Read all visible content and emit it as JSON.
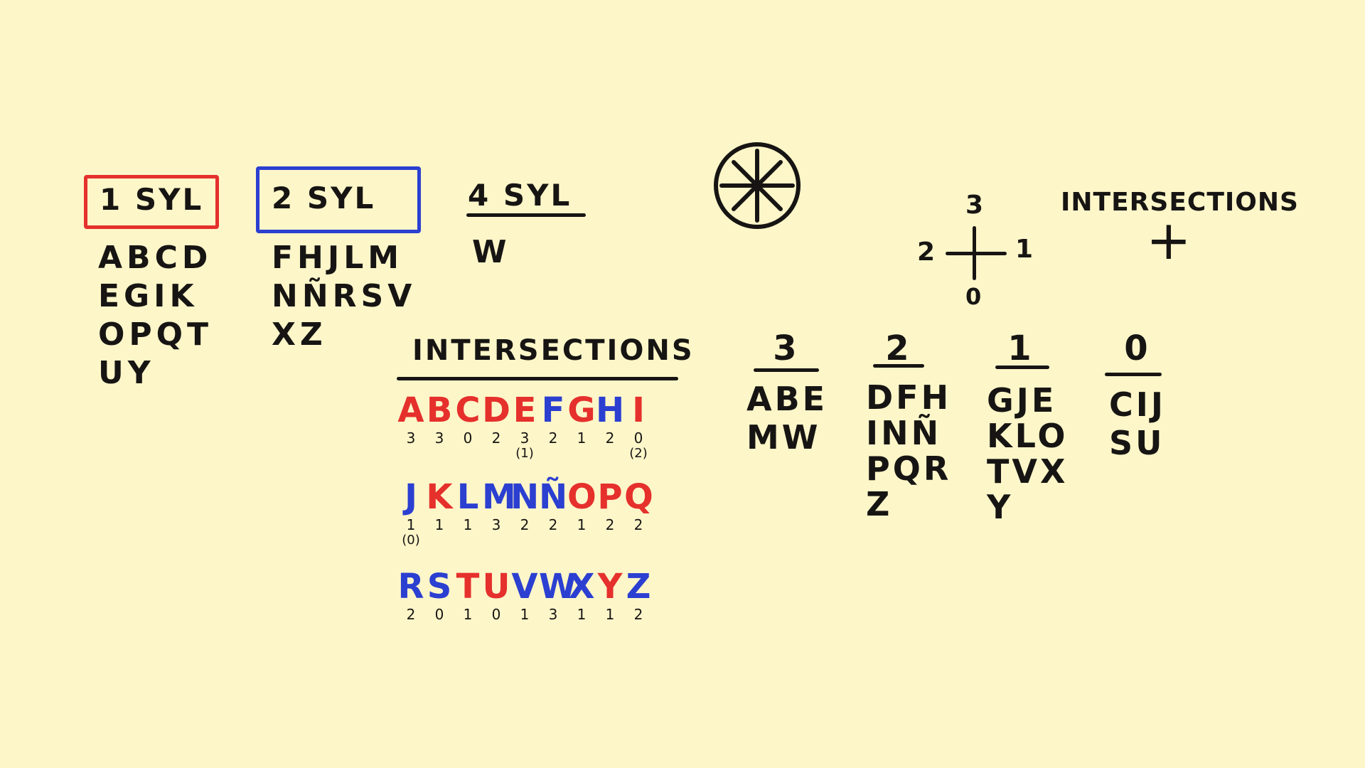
{
  "colors": {
    "background": "#fdf6c9",
    "ink": "#171513",
    "red": "#e5302c",
    "blue": "#2b3fd1"
  },
  "syllable_groups": [
    {
      "label": "1 SYL",
      "box_color": "#e5302c",
      "letters": "ABCD\nEGIK\nOPQT\nUY"
    },
    {
      "label": "2 SYL",
      "box_color": "#2b3fd1",
      "letters": "FHJLM\nNÑRSV\nXZ"
    },
    {
      "label": "4 SYL",
      "box_color": "none",
      "letters": "W"
    }
  ],
  "legend": {
    "wheel_icon": "asterisk-wheel-icon",
    "cross_numbers": {
      "top": "3",
      "left": "2",
      "right": "1",
      "bottom": "0"
    },
    "title": "INTERSECTIONS",
    "cross_icon": "+"
  },
  "alphabet_table": {
    "title": "INTERSECTIONS",
    "rows": [
      [
        {
          "ch": "A",
          "n": "3",
          "c": "red"
        },
        {
          "ch": "B",
          "n": "3",
          "c": "red"
        },
        {
          "ch": "C",
          "n": "0",
          "c": "red"
        },
        {
          "ch": "D",
          "n": "2",
          "c": "red"
        },
        {
          "ch": "E",
          "n": "3",
          "c": "red",
          "alt": "(1)"
        },
        {
          "ch": "F",
          "n": "2",
          "c": "blue"
        },
        {
          "ch": "G",
          "n": "1",
          "c": "red"
        },
        {
          "ch": "H",
          "n": "2",
          "c": "blue"
        },
        {
          "ch": "I",
          "n": "0",
          "c": "red",
          "alt": "(2)"
        }
      ],
      [
        {
          "ch": "J",
          "n": "1",
          "c": "blue",
          "alt": "(0)"
        },
        {
          "ch": "K",
          "n": "1",
          "c": "red"
        },
        {
          "ch": "L",
          "n": "1",
          "c": "blue"
        },
        {
          "ch": "M",
          "n": "3",
          "c": "blue"
        },
        {
          "ch": "N",
          "n": "2",
          "c": "blue"
        },
        {
          "ch": "Ñ",
          "n": "2",
          "c": "blue"
        },
        {
          "ch": "O",
          "n": "1",
          "c": "red"
        },
        {
          "ch": "P",
          "n": "2",
          "c": "red"
        },
        {
          "ch": "Q",
          "n": "2",
          "c": "red"
        }
      ],
      [
        {
          "ch": "R",
          "n": "2",
          "c": "blue"
        },
        {
          "ch": "S",
          "n": "0",
          "c": "blue"
        },
        {
          "ch": "T",
          "n": "1",
          "c": "red"
        },
        {
          "ch": "U",
          "n": "0",
          "c": "red"
        },
        {
          "ch": "V",
          "n": "1",
          "c": "blue"
        },
        {
          "ch": "W",
          "n": "3",
          "c": "blue"
        },
        {
          "ch": "X",
          "n": "1",
          "c": "blue"
        },
        {
          "ch": "Y",
          "n": "1",
          "c": "red"
        },
        {
          "ch": "Z",
          "n": "2",
          "c": "blue"
        }
      ]
    ]
  },
  "intersection_columns": [
    {
      "count": "3",
      "letters": "ABE\nMW"
    },
    {
      "count": "2",
      "letters": "DFH\nINÑ\nPQR\nZ"
    },
    {
      "count": "1",
      "letters": "GJE\nKLO\nTVX\nY"
    },
    {
      "count": "0",
      "letters": "CIJ\nSU"
    }
  ]
}
